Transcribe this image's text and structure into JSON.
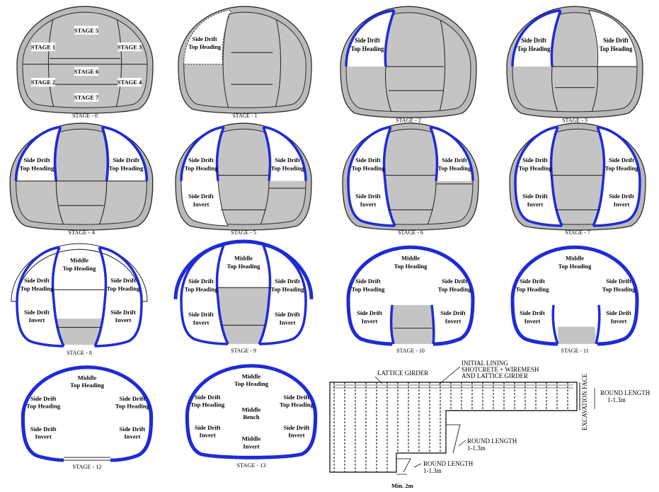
{
  "colors": {
    "lining": "#1f2bd6",
    "fill": "#c0c0c0",
    "outline": "#2b2b2b",
    "background": "#ffffff"
  },
  "labels": {
    "sd": "Side Drift",
    "th": "Top Heading",
    "inv": "Invert",
    "mid": "Middle",
    "bench": "Bench",
    "s1": "STAGE 1",
    "s2": "STAGE 2",
    "s3": "STAGE 3",
    "s4": "STAGE 4",
    "s5": "STAGE 5",
    "s6": "STAGE 6",
    "s7": "STAGE 7"
  },
  "stages": [
    {
      "caption": "STAGE - 0"
    },
    {
      "caption": "STAGE - 1"
    },
    {
      "caption": "STAGE - 2"
    },
    {
      "caption": "STAGE - 3"
    },
    {
      "caption": "STAGE - 4"
    },
    {
      "caption": "STAGE - 5"
    },
    {
      "caption": "STAGE - 6"
    },
    {
      "caption": "STAGE - 7"
    },
    {
      "caption": "STAGE - 8"
    },
    {
      "caption": "STAGE - 9"
    },
    {
      "caption": "STAGE - 10"
    },
    {
      "caption": "STAGE - 11"
    },
    {
      "caption": "STAGE - 12"
    },
    {
      "caption": "STAGE - 13"
    }
  ],
  "detail": {
    "lattice_girder": "LATTICE GIRDER",
    "initial_lining_1": "INITIAL LINING",
    "initial_lining_2": "SHOTCRETE + WIREMESH",
    "initial_lining_3": "AND LATTICE GIRDER",
    "excavation_face": "EXCAVATION FACE",
    "round_length": "ROUND LENGTH",
    "round_value": "1-1.3m",
    "min": "Min. 2m"
  }
}
